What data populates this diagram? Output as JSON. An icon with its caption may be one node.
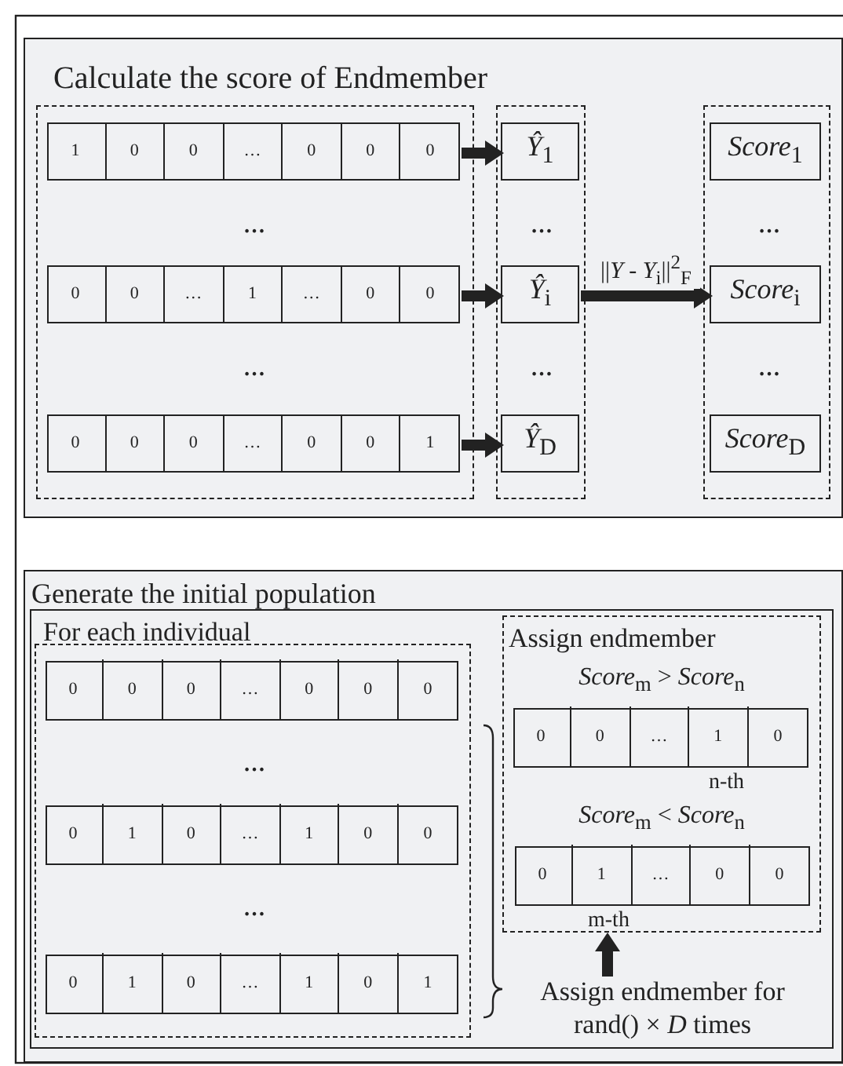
{
  "diagram": {
    "nodes": [
      {
        "text": [
          "Calculate the score of Endmember"
        ]
      },
      {
        "text": [],
        "shape": "box",
        "in": 0
      },
      {
        "text": [],
        "shape": "box",
        "in": 1
      },
      {
        "text": [
          "1"
        ],
        "in": 2
      },
      {
        "text": [
          "0"
        ],
        "in": 2
      },
      {
        "text": [
          "0"
        ],
        "in": 2
      },
      {
        "text": [
          "…"
        ],
        "in": 2
      },
      {
        "text": [
          "0"
        ],
        "in": 2
      },
      {
        "text": [
          "0"
        ],
        "in": 2
      },
      {
        "text": [
          "0"
        ],
        "in": 2
      },
      {
        "text": [],
        "shape": "box",
        "in": 1
      },
      {
        "text": [
          "0"
        ],
        "in": 10
      },
      {
        "text": [
          "0"
        ],
        "in": 10
      },
      {
        "text": [
          "…"
        ],
        "in": 10
      },
      {
        "text": [
          "1"
        ],
        "in": 10
      },
      {
        "text": [
          "…"
        ],
        "in": 10
      },
      {
        "text": [
          "0"
        ],
        "in": 10
      },
      {
        "text": [
          "0"
        ],
        "in": 10
      },
      {
        "text": [],
        "shape": "box",
        "in": 1
      },
      {
        "text": [
          "0"
        ],
        "in": 18
      },
      {
        "text": [
          "0"
        ],
        "in": 18
      },
      {
        "text": [
          "0"
        ],
        "in": 18
      },
      {
        "text": [
          "…"
        ],
        "in": 18
      },
      {
        "text": [
          "0"
        ],
        "in": 18
      },
      {
        "text": [
          "0"
        ],
        "in": 18
      },
      {
        "text": [
          "1"
        ],
        "in": 18
      },
      {
        "text": [],
        "shape": "box",
        "in": 0
      },
      {
        "text": [
          "*Ŷ*$_{1}$"
        ],
        "in": 26
      },
      {
        "text": [
          "*Ŷ*$_{i}$"
        ],
        "in": 26
      },
      {
        "text": [
          "*Ŷ*$_{D}$"
        ],
        "in": 26
      },
      {
        "text": [],
        "shape": "box",
        "in": 0
      },
      {
        "text": [
          "*Score*$_{1}$"
        ],
        "in": 30
      },
      {
        "text": [
          "*Score*$_{i}$"
        ],
        "in": 30
      },
      {
        "text": [
          "*Score*$_{D}$"
        ],
        "in": 30
      },
      {
        "text": [
          "Generate the initial population"
        ]
      },
      {
        "text": [
          "For each individual"
        ],
        "in": 34
      },
      {
        "text": [],
        "shape": "box",
        "in": 35
      },
      {
        "text": [],
        "shape": "box",
        "in": 36
      },
      {
        "text": [
          "0"
        ],
        "in": 37
      },
      {
        "text": [
          "0"
        ],
        "in": 37
      },
      {
        "text": [
          "0"
        ],
        "in": 37
      },
      {
        "text": [
          "…"
        ],
        "in": 37
      },
      {
        "text": [
          "0"
        ],
        "in": 37
      },
      {
        "text": [
          "0"
        ],
        "in": 37
      },
      {
        "text": [
          "0"
        ],
        "in": 37
      },
      {
        "text": [],
        "shape": "box",
        "in": 36
      },
      {
        "text": [
          "0"
        ],
        "in": 45
      },
      {
        "text": [
          "1"
        ],
        "in": 45
      },
      {
        "text": [
          "0"
        ],
        "in": 45
      },
      {
        "text": [
          "…"
        ],
        "in": 45
      },
      {
        "text": [
          "1"
        ],
        "in": 45
      },
      {
        "text": [
          "0"
        ],
        "in": 45
      },
      {
        "text": [
          "0"
        ],
        "in": 45
      },
      {
        "text": [],
        "shape": "box",
        "in": 36
      },
      {
        "text": [
          "0"
        ],
        "in": 53
      },
      {
        "text": [
          "1"
        ],
        "in": 53
      },
      {
        "text": [
          "0"
        ],
        "in": 53
      },
      {
        "text": [
          "…"
        ],
        "in": 53
      },
      {
        "text": [
          "1"
        ],
        "in": 53
      },
      {
        "text": [
          "0"
        ],
        "in": 53
      },
      {
        "text": [
          "1"
        ],
        "in": 53
      },
      {
        "text": [
          "Assign endmember",
          "*Score*$_{m}$ > *Score*$_{n}$",
          "*Score*$_{m}$ < *Score*$_{n}$"
        ],
        "in": 35
      },
      {
        "text": [],
        "shape": "box",
        "in": 61,
        "beside": [
          "n-th"
        ]
      },
      {
        "text": [
          "0"
        ],
        "in": 62
      },
      {
        "text": [
          "0"
        ],
        "in": 62
      },
      {
        "text": [
          "…"
        ],
        "in": 62
      },
      {
        "text": [
          "1"
        ],
        "in": 62
      },
      {
        "text": [
          "0"
        ],
        "in": 62
      },
      {
        "text": [],
        "shape": "box",
        "in": 61,
        "beside": [
          "m-th"
        ]
      },
      {
        "text": [
          "0"
        ],
        "in": 68
      },
      {
        "text": [
          "1"
        ],
        "in": 68
      },
      {
        "text": [
          "…"
        ],
        "in": 68
      },
      {
        "text": [
          "0"
        ],
        "in": 68
      },
      {
        "text": [
          "0"
        ],
        "in": 68
      },
      {
        "text": [
          "Assign endmember for rand() × *D* times"
        ],
        "in": 35
      }
    ],
    "edges": [
      {
        "from": 2,
        "to": 27,
        "arrow": "to"
      },
      {
        "from": 10,
        "to": 28,
        "arrow": "to"
      },
      {
        "from": 18,
        "to": 29,
        "arrow": "to"
      },
      {
        "from": 28,
        "to": 32,
        "arrow": "to",
        "label": "||*Y* - *Y*$_{i}$||$^{2}$$_{F}$"
      },
      {
        "from": 74,
        "to": 61,
        "arrow": "to"
      }
    ],
    "labels": [
      "…",
      "…",
      "…",
      "…",
      "…",
      "…",
      "…",
      "…"
    ]
  }
}
